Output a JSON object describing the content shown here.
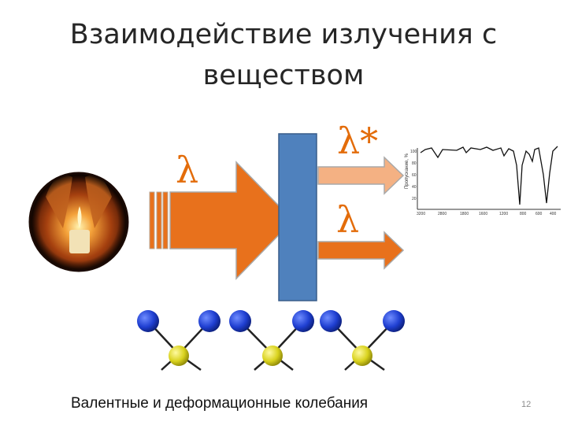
{
  "slide": {
    "title_line1": "Взаимодействие излучения с",
    "title_line2": "веществом",
    "caption": "Валентные и деформационные колебания",
    "slide_number": "12"
  },
  "labels": {
    "lambda_incident": "λ",
    "lambda_scattered": "λ*",
    "lambda_transmitted": "λ"
  },
  "spectrum_thumbnail": {
    "x_ticks": [
      "3200",
      "2800",
      "1800",
      "1600",
      "1200",
      "800",
      "600",
      "400"
    ],
    "y_ticks": [
      "100",
      "80",
      "60",
      "40",
      "20"
    ]
  },
  "colors": {
    "arrow_fill": "#e8711c",
    "arrow_light": "#f4b183",
    "sample_block": "#4f81bd",
    "atom_blue": "#1f3fd1",
    "atom_yellow": "#d9d21e",
    "lambda_text": "#e36c0a"
  },
  "icons": {
    "light_source": "candle-in-hands-image",
    "spectrum": "ir-spectrum-thumbnail",
    "molecule": "molecular-chain-diagram"
  }
}
